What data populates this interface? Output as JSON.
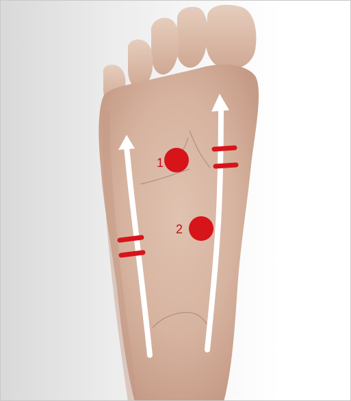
{
  "figure": {
    "subject": "foot-sole",
    "colors": {
      "background": "#f2f2f2",
      "skin": "#d9b7a3",
      "skin_shadow": "#c49a85",
      "marker": "#d7141a",
      "arrow": "#ffffff",
      "crease": "#8a7b74"
    }
  },
  "markers": [
    {
      "label": "1",
      "icon": "red-dot"
    },
    {
      "label": "2",
      "icon": "red-dot"
    }
  ],
  "arrows": [
    {
      "icon": "arrow-up",
      "side": "inner"
    },
    {
      "icon": "arrow-up",
      "side": "outer"
    }
  ]
}
